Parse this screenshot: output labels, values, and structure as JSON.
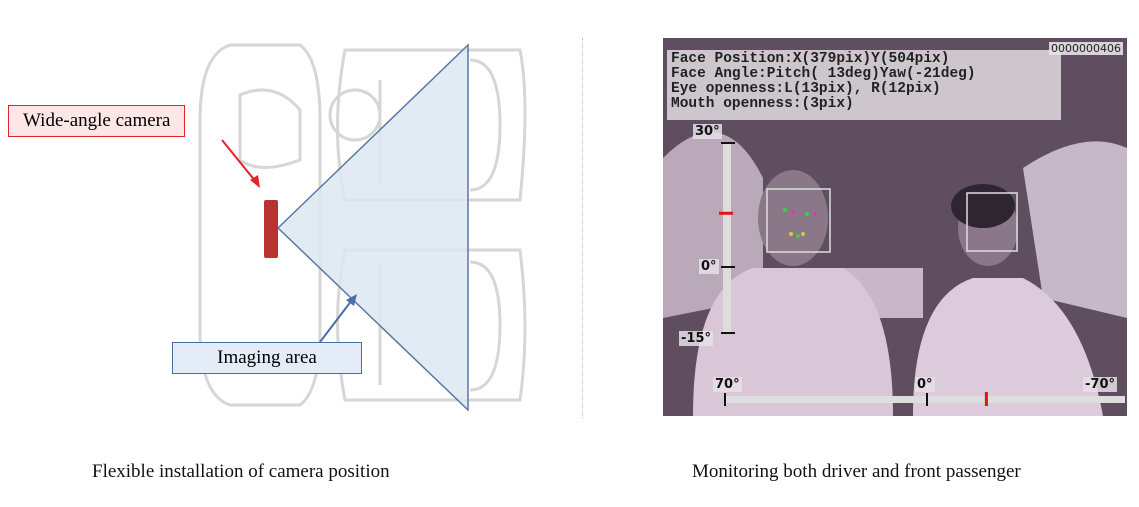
{
  "left_panel": {
    "camera_label": "Wide-angle camera",
    "imaging_label": "Imaging area",
    "caption": "Flexible installation of camera position",
    "colors": {
      "camera_label_border": "#e0242a",
      "camera_label_bg": "#fde6e6",
      "imaging_label_border": "#4a6fa8",
      "imaging_label_bg": "#e4ecf7",
      "camera": "#b83232",
      "imaging_area": "#dde6f2"
    }
  },
  "right_panel": {
    "frame_counter": "0000000406",
    "readout": [
      "Face Position:X(379pix)Y(504pix)",
      "Face Angle:Pitch( 13deg)Yaw(-21deg)",
      "Eye openness:L(13pix), R(12pix)",
      "Mouth openness:(3pix)"
    ],
    "pitch_gauge": {
      "labels": [
        "30°",
        "0°",
        "-15°"
      ],
      "range": [
        -15,
        30
      ],
      "value": 13
    },
    "yaw_gauge": {
      "labels": [
        "70°",
        "0°",
        "-70°"
      ],
      "range": [
        70,
        -70
      ],
      "value": -21
    },
    "caption": "Monitoring both driver and front passenger"
  }
}
